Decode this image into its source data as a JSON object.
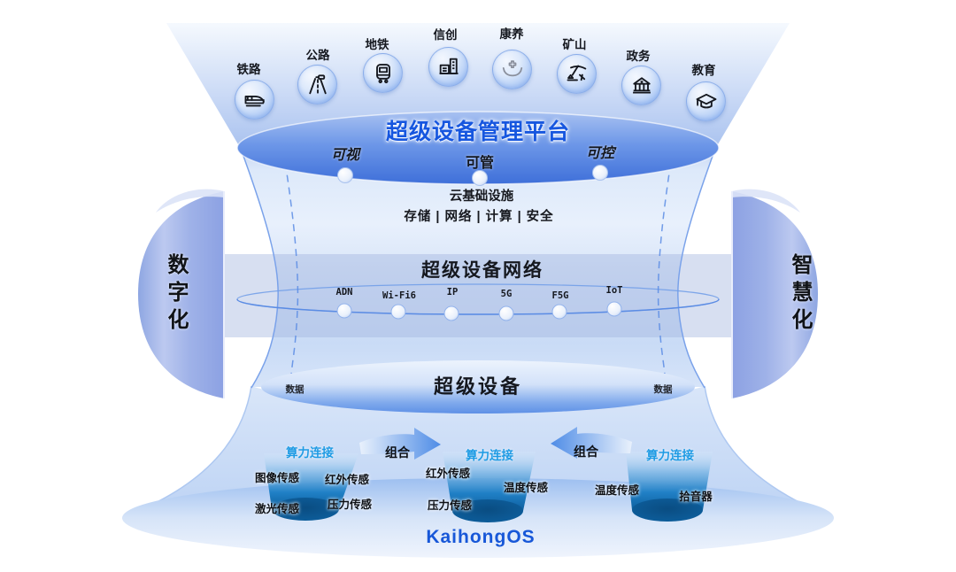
{
  "industries": [
    {
      "label": "铁路",
      "icon": "train-icon"
    },
    {
      "label": "公路",
      "icon": "road-icon"
    },
    {
      "label": "地铁",
      "icon": "metro-icon"
    },
    {
      "label": "信创",
      "icon": "it-building-icon"
    },
    {
      "label": "康养",
      "icon": "health-hands-icon"
    },
    {
      "label": "矿山",
      "icon": "mining-icon"
    },
    {
      "label": "政务",
      "icon": "government-icon"
    },
    {
      "label": "教育",
      "icon": "education-cap-icon"
    }
  ],
  "platform": {
    "title": "超级设备管理平台",
    "capabilities": [
      "可视",
      "可管",
      "可控"
    ]
  },
  "cloud": {
    "title": "云基础设施",
    "services": "存储 | 网络 | 计算 | 安全"
  },
  "network": {
    "title": "超级设备网络",
    "protocols": [
      "ADN",
      "Wi-Fi6",
      "IP",
      "5G",
      "F5G",
      "IoT"
    ]
  },
  "device_layer": {
    "title": "超级设备",
    "data_label_left": "数据",
    "data_label_right": "数据"
  },
  "pillars": {
    "left": "数字化",
    "right": "智慧化"
  },
  "compute": {
    "connect_label": "算力连接",
    "combine_label": "组合",
    "buckets": [
      {
        "sensors": [
          "图像传感",
          "红外传感",
          "激光传感",
          "压力传感"
        ]
      },
      {
        "sensors": [
          "红外传感",
          "温度传感",
          "压力传感"
        ]
      },
      {
        "sensors": [
          "温度传感",
          "拾音器"
        ]
      }
    ]
  },
  "os_name": "KaihongOS",
  "colors": {
    "title_blue": "#1656df",
    "os_blue": "#1757d8",
    "compute_label_blue": "#1e9be4",
    "node_line_blue": "#5b8ce4",
    "bucket_deep_blue": "#0d5f9e"
  }
}
